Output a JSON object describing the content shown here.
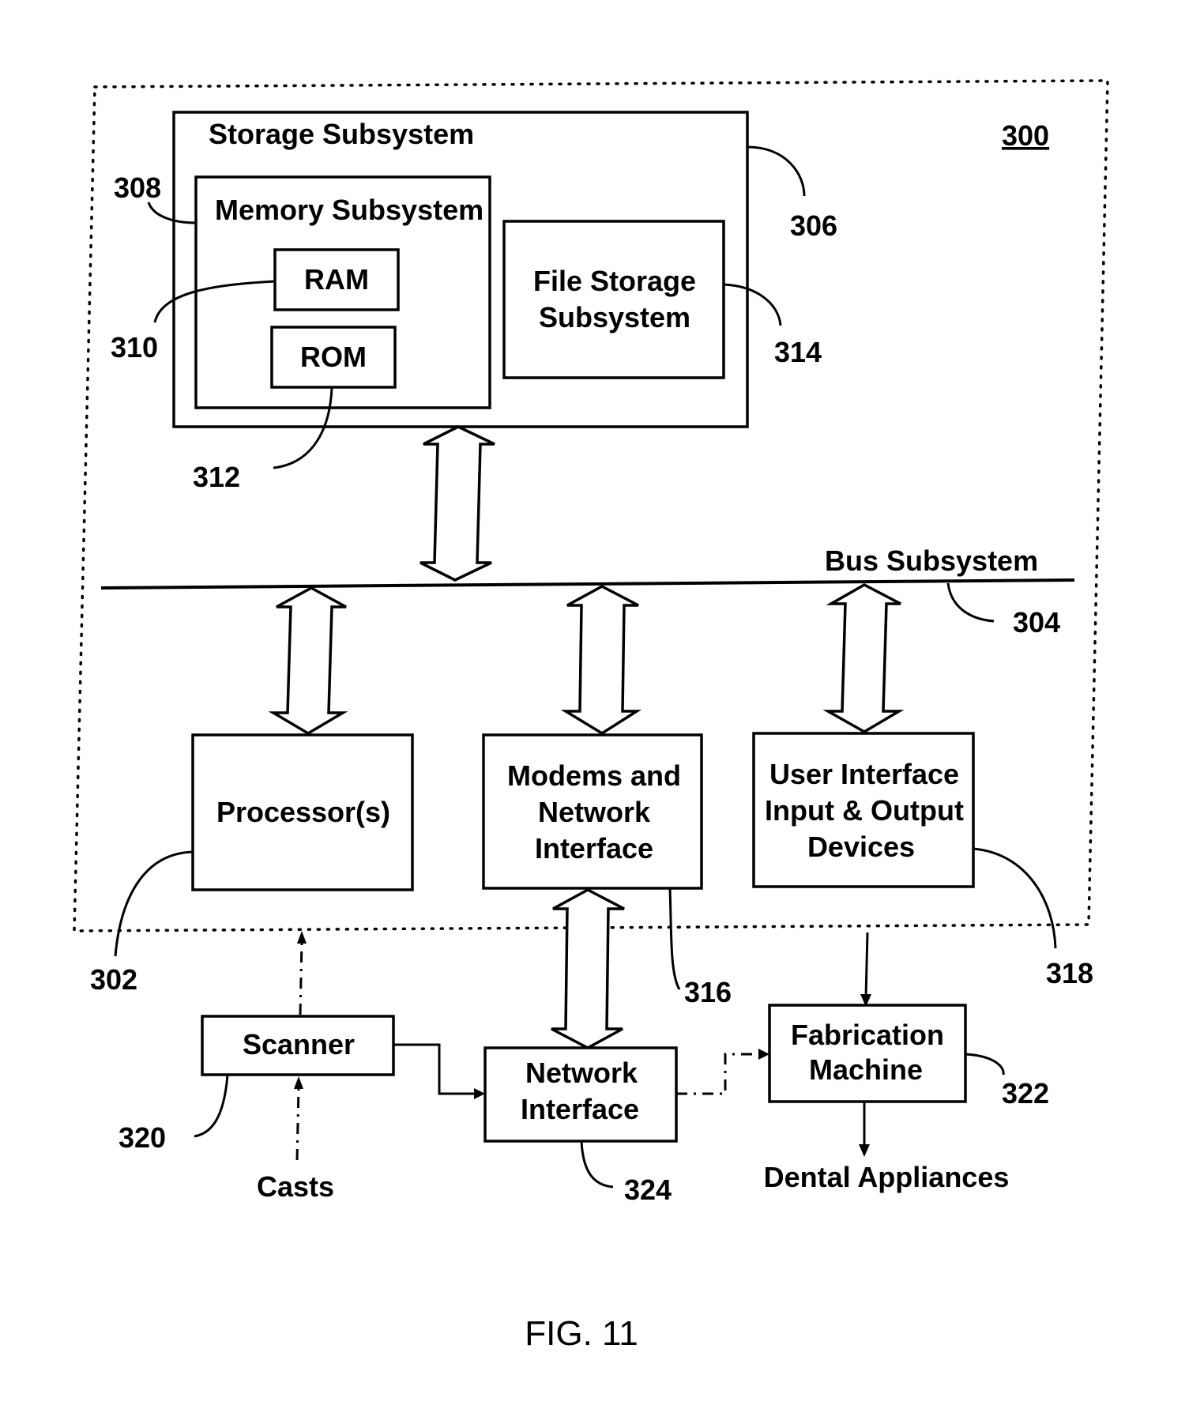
{
  "figure": {
    "caption": "FIG. 11",
    "system_ref": "300"
  },
  "blocks": {
    "storage": {
      "label": "Storage Subsystem",
      "ref": "306"
    },
    "memory": {
      "label": "Memory Subsystem",
      "ref": "308"
    },
    "ram": {
      "label": "RAM",
      "ref": "310"
    },
    "rom": {
      "label": "ROM",
      "ref": "312"
    },
    "file_storage": {
      "label_line1": "File Storage",
      "label_line2": "Subsystem",
      "ref": "314"
    },
    "bus": {
      "label": "Bus Subsystem",
      "ref": "304"
    },
    "processor": {
      "label": "Processor(s)",
      "ref": "302"
    },
    "modems": {
      "label_line1": "Modems and",
      "label_line2": "Network",
      "label_line3": "Interface",
      "ref": "316"
    },
    "ui_devices": {
      "label_line1": "User Interface",
      "label_line2": "Input & Output",
      "label_line3": "Devices",
      "ref": "318"
    },
    "scanner": {
      "label": "Scanner",
      "ref": "320"
    },
    "network_interface": {
      "label_line1": "Network",
      "label_line2": "Interface",
      "ref": "324"
    },
    "fabrication": {
      "label_line1": "Fabrication",
      "label_line2": "Machine",
      "ref": "322"
    }
  },
  "external": {
    "casts": "Casts",
    "dental_appliances": "Dental Appliances"
  }
}
